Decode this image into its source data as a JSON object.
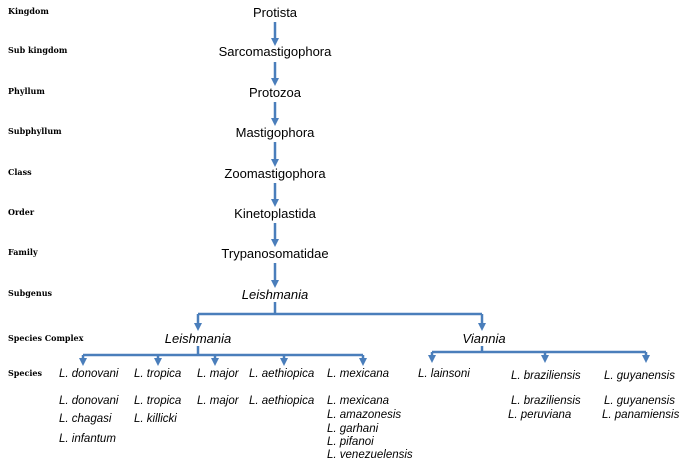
{
  "ranks": [
    "Kingdom",
    "Sub kingdom",
    "Phyllum",
    "Subphyllum",
    "Class",
    "Order",
    "Family",
    "Subgenus",
    "Species Complex",
    "Species"
  ],
  "taxa": {
    "kingdom": "Protista",
    "subkingdom": "Sarcomastigophora",
    "phylum": "Protozoa",
    "subphylum": "Mastigophora",
    "class": "Zoomastigophora",
    "order": "Kinetoplastida",
    "family": "Trypanosomatidae",
    "genus": "Leishmania"
  },
  "subgenera": [
    "Leishmania",
    "Viannia"
  ],
  "species_complexes": [
    {
      "name": "L. donovani",
      "species": [
        "L. donovani",
        "L. chagasi",
        "L. infantum"
      ]
    },
    {
      "name": "L. tropica",
      "species": [
        "L. tropica",
        "L. killicki"
      ]
    },
    {
      "name": "L. major",
      "species": [
        "L. major"
      ]
    },
    {
      "name": "L. aethiopica",
      "species": [
        "L. aethiopica"
      ]
    },
    {
      "name": "L. mexicana",
      "species": [
        "L. mexicana",
        "L. amazonesis",
        "L. garhani",
        "L. pifanoi",
        "L. venezuelensis"
      ]
    },
    {
      "name": "L. lainsoni",
      "species": []
    },
    {
      "name": "L. braziliensis",
      "species": [
        "L. braziliensis",
        "L. peruviana"
      ]
    },
    {
      "name": "L. guyanensis",
      "species": [
        "L. guyanensis",
        "L. panamiensis"
      ]
    }
  ],
  "colors": {
    "arrow": "#4a7ebb",
    "text": "#000000"
  }
}
